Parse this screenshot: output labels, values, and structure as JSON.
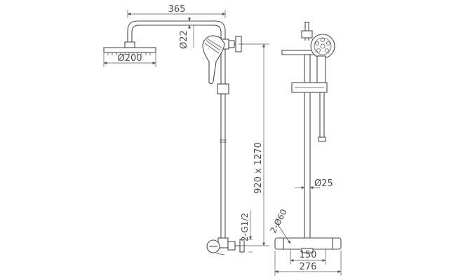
{
  "dimensions": {
    "arm_length": "365",
    "pipe_diameter_top": "Ø22",
    "head_diameter": "Ø200",
    "height_range": "920 x 1270",
    "rail_diameter": "Ø25",
    "inlet_thread": "2-G1/2",
    "valve_diameter": "2-Ø60",
    "center_distance": "150",
    "overall_width": "276"
  },
  "colors": {
    "line": "#4a4a4a",
    "background": "#ffffff"
  }
}
